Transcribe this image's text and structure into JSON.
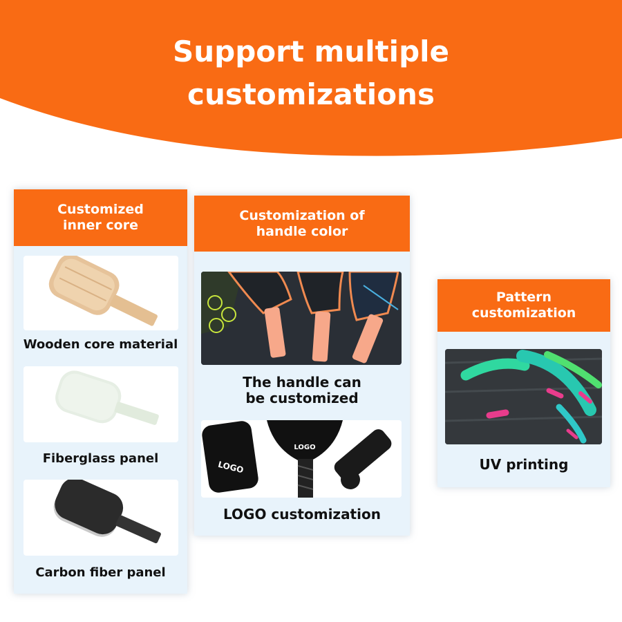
{
  "banner": {
    "title": "Support multiple\ncustomizations",
    "color": "#f96b14"
  },
  "panels": [
    {
      "header": "Customized\ninner core",
      "items": [
        {
          "caption": "Wooden core material",
          "icon": "wooden-paddle-icon"
        },
        {
          "caption": "Fiberglass panel",
          "icon": "fiberglass-paddle-icon"
        },
        {
          "caption": "Carbon fiber panel",
          "icon": "carbon-paddle-icon"
        }
      ]
    },
    {
      "header": "Customization of\nhandle color",
      "items": [
        {
          "caption": "The handle can\nbe customized",
          "icon": "paddle-handles-icon"
        },
        {
          "caption": "LOGO customization",
          "icon": "logo-paddles-icon",
          "logo_text": "LOGO"
        }
      ]
    },
    {
      "header": "Pattern\ncustomization",
      "items": [
        {
          "caption": "UV printing",
          "icon": "uv-print-pattern-icon"
        }
      ]
    }
  ]
}
